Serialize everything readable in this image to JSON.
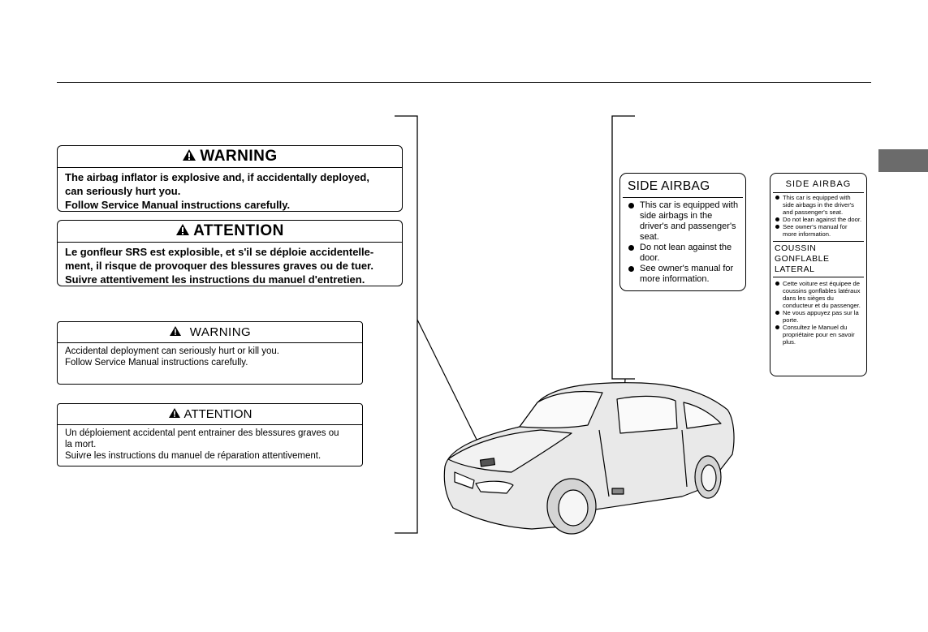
{
  "labels": {
    "warning_bold": {
      "title": "WARNING",
      "lines": [
        "The airbag inflator is explosive and, if accidentally deployed,",
        "can seriously hurt you.",
        "Follow Service Manual instructions carefully."
      ]
    },
    "attention_bold": {
      "title": "ATTENTION",
      "lines": [
        "Le gonfleur SRS est explosible, et s'il se déploie accidentelle-",
        "ment, il risque de provoquer des blessures graves ou de tuer.",
        "Suivre attentivement les instructions du manuel d'entretien."
      ]
    },
    "warning_light": {
      "title": "WARNING",
      "lines": [
        "Accidental deployment can seriously hurt or kill you.",
        "Follow Service Manual instructions carefully."
      ]
    },
    "attention_light": {
      "title": "ATTENTION",
      "lines": [
        "Un déploiement accidental pent entrainer des blessures graves ou",
        "la mort.",
        "Suivre les instructions du manuel de réparation attentivement."
      ]
    }
  },
  "side_airbag_large": {
    "title": "SIDE AIRBAG",
    "items": [
      "This car is equipped with side airbags in the driver's and passenger's seat.",
      "Do not lean against the door.",
      "See owner's manual for more information."
    ]
  },
  "side_airbag_small": {
    "title": "SIDE AIRBAG",
    "items": [
      "This car is equipped with side airbags in the driver's and passenger's seat.",
      "Do not lean against the door.",
      "See owner's manual for more information."
    ],
    "title_fr": "COUSSIN GONFLABLE LATERAL",
    "items_fr": [
      "Cette voiture est équipee de coussins gonflables latéraux dans les sièges du conducteur et du passenger.",
      "Ne vous appuyez pas sur la porte.",
      "Consultez le Manuel du propriétaire pour en savoir plus."
    ]
  },
  "colors": {
    "ink": "#000000",
    "tab": "#6b6b6b",
    "paper": "#ffffff"
  }
}
